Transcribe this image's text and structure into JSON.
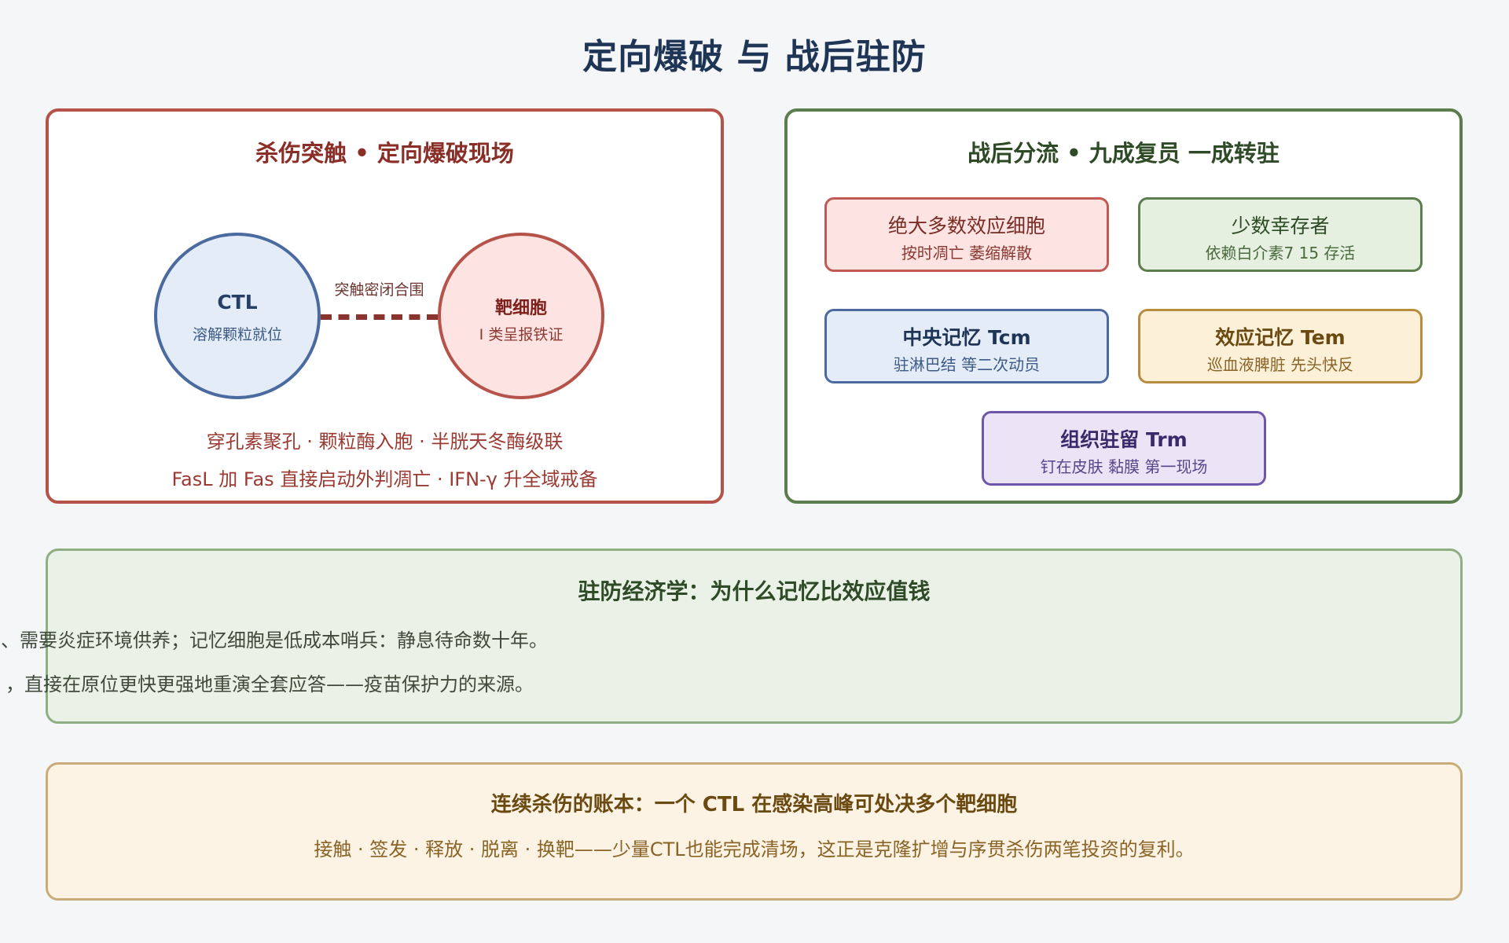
{
  "title": "定向爆破 与 战后驻防",
  "killing_panel": {
    "heading": "杀伤突触 • 定向爆破现场",
    "ctl": {
      "title": "CTL",
      "subtitle": "溶解颗粒就位"
    },
    "synapse_label": "突触密闭合围",
    "target": {
      "title": "靶细胞",
      "subtitle": "I 类呈报铁证"
    },
    "mechanisms": [
      "穿孔素聚孔 · 颗粒酶入胞 · 半胱天冬酶级联",
      "FasL 加 Fas 直接启动外判凋亡 · IFN-γ 升全域戒备"
    ]
  },
  "fate_panel": {
    "heading": "战后分流 • 九成复员 一成转驻",
    "boxes": {
      "effector": {
        "title": "绝大多数效应细胞",
        "subtitle": "按时凋亡 萎缩解散"
      },
      "survivor": {
        "title": "少数幸存者",
        "subtitle": "依赖白介素7 15 存活"
      },
      "tcm": {
        "title": "中央记忆 Tcm",
        "subtitle": "驻淋巴结 等二次动员"
      },
      "tem": {
        "title": "效应记忆 Tem",
        "subtitle": "巡血液脾脏 先头快反"
      },
      "trm": {
        "title": "组织驻留 Trm",
        "subtitle": "钉在皮肤 黏膜 第一现场"
      }
    }
  },
  "economics": {
    "title": "驻防经济学：为什么记忆比效应值钱",
    "lines": [
      "、需要炎症环境供养；记忆细胞是低成本哨兵：静息待命数十年。",
      "，直接在原位更快更强地重演全套应答——疫苗保护力的来源。"
    ]
  },
  "ledger": {
    "title": "连续杀伤的账本：一个 CTL 在感染高峰可处决多个靶细胞",
    "text": "接触 · 签发 · 释放 · 脱离 · 换靶——少量CTL也能完成清场，这正是克隆扩增与序贯杀伤两笔投资的复利。"
  }
}
